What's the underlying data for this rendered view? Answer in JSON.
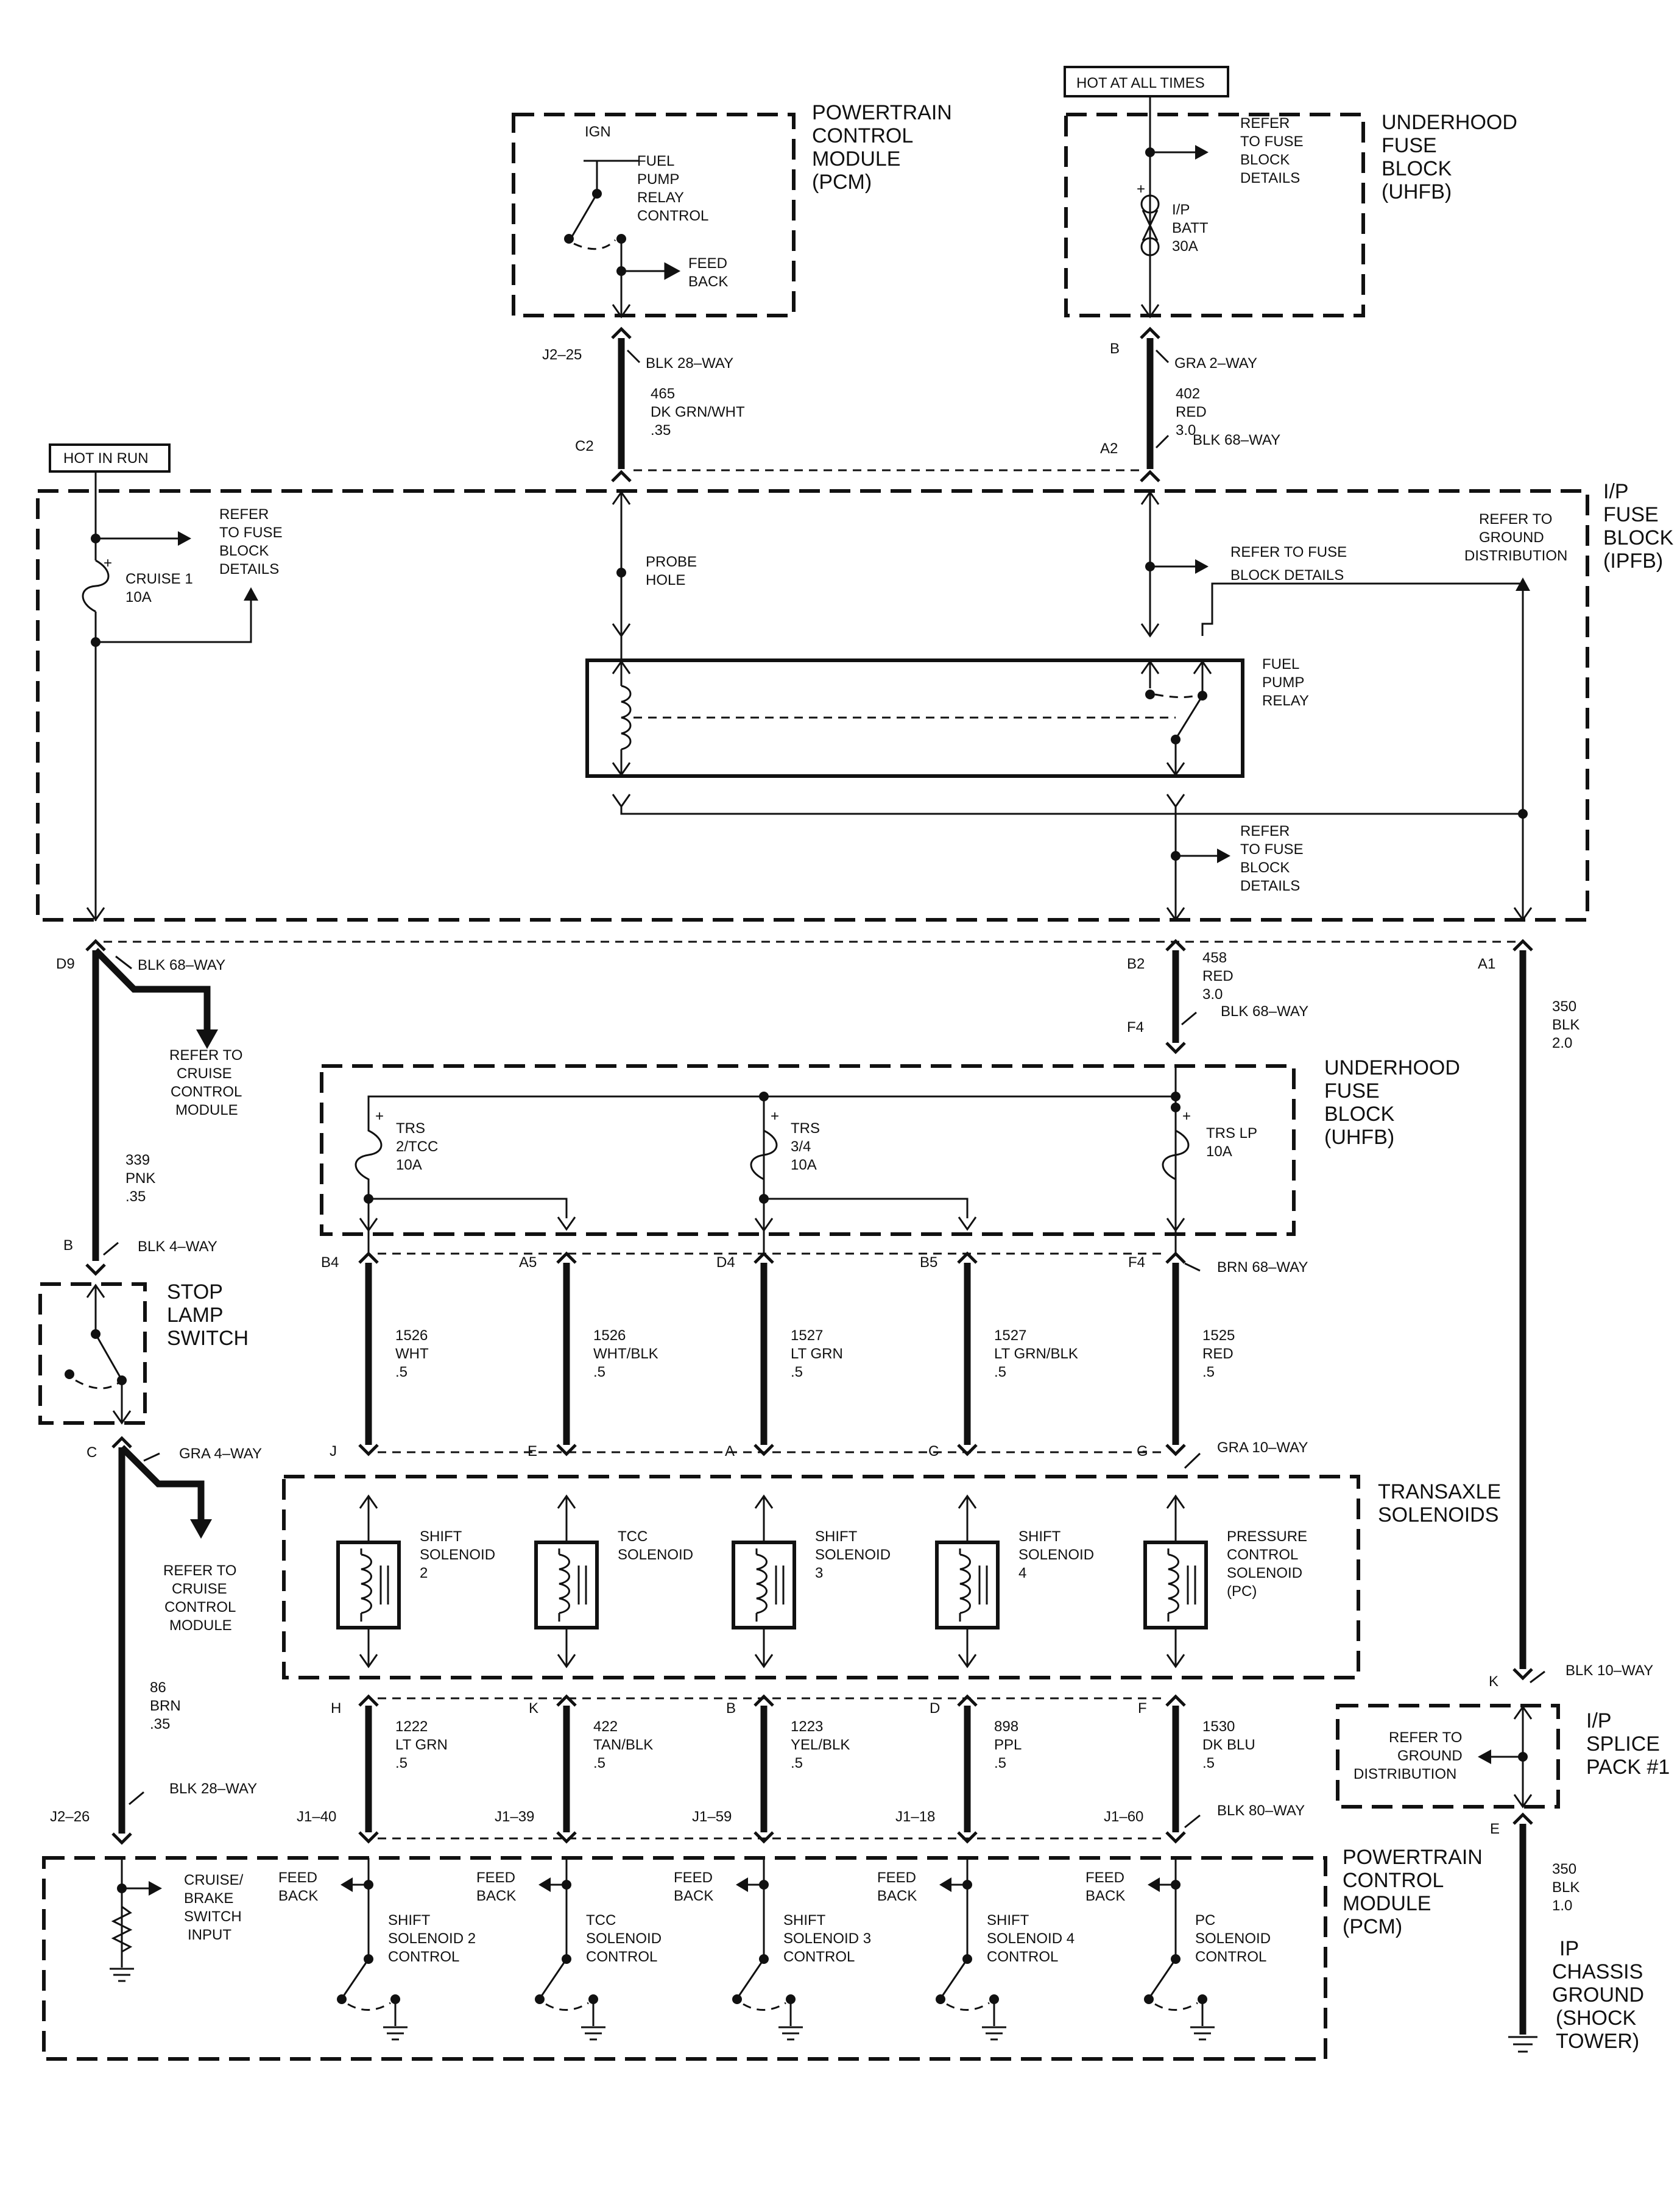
{
  "tags": {
    "hot_at_all_times": "HOT AT ALL TIMES",
    "hot_in_run": "HOT IN RUN"
  },
  "modules": {
    "pcm_top": [
      "POWERTRAIN",
      "CONTROL",
      "MODULE",
      "(PCM)"
    ],
    "uhfb_top": [
      "UNDERHOOD",
      "FUSE",
      "BLOCK",
      "(UHFB)"
    ],
    "ipfb": [
      "I/P",
      "FUSE",
      "BLOCK",
      "(IPFB)"
    ],
    "uhfb_mid": [
      "UNDERHOOD",
      "FUSE",
      "BLOCK",
      "(UHFB)"
    ],
    "stop_lamp": [
      "STOP",
      "LAMP",
      "SWITCH"
    ],
    "transaxle": [
      "TRANSAXLE",
      "SOLENOIDS"
    ],
    "splice_pack": [
      "I/P",
      "SPLICE",
      "PACK #1"
    ],
    "pcm_bottom": [
      "POWERTRAIN",
      "CONTROL",
      "MODULE",
      "(PCM)"
    ],
    "chassis_ground": [
      "IP",
      "CHASSIS",
      "GROUND",
      "(SHOCK",
      "TOWER)"
    ]
  },
  "pcm_top_inner": {
    "ign": "IGN",
    "relay_control": [
      "FUEL",
      "PUMP",
      "RELAY",
      "CONTROL"
    ],
    "feed_back": [
      "FEED",
      "BACK"
    ]
  },
  "uhfb_top_inner": {
    "refer": [
      "REFER",
      "TO FUSE",
      "BLOCK",
      "DETAILS"
    ],
    "fuse": [
      "I/P",
      "BATT",
      "30A"
    ]
  },
  "connectors_top": {
    "pcm_pin": "J2–25",
    "pcm_conn": "BLK 28–WAY",
    "pcm_wire": [
      "465",
      "DK GRN/WHT",
      ".35"
    ],
    "ipfb_c2": "C2",
    "uhfb_pin": "B",
    "uhfb_conn": "GRA 2–WAY",
    "uhfb_wire": [
      "402",
      "RED",
      "3.0"
    ],
    "ipfb_a2": "A2",
    "ipfb_conn": "BLK 68–WAY"
  },
  "ipfb_inner": {
    "refer_left": [
      "REFER",
      "TO FUSE",
      "BLOCK",
      "DETAILS"
    ],
    "cruise_fuse": [
      "CRUISE 1",
      "10A"
    ],
    "probe_hole": [
      "PROBE",
      "HOLE"
    ],
    "refer_mid": [
      "REFER TO FUSE",
      "BLOCK DETAILS"
    ],
    "refer_ground": [
      "REFER TO",
      "GROUND",
      "DISTRIBUTION"
    ],
    "relay": [
      "FUEL",
      "PUMP",
      "RELAY"
    ],
    "refer_low": [
      "REFER",
      "TO FUSE",
      "BLOCK",
      "DETAILS"
    ]
  },
  "ipfb_bottom": {
    "d9": "D9",
    "d9_conn": "BLK 68–WAY",
    "refer_cruise": [
      "REFER TO",
      "CRUISE",
      "CONTROL",
      "MODULE"
    ],
    "wire_339": [
      "339",
      "PNK",
      ".35"
    ],
    "b2": "B2",
    "wire_458": [
      "458",
      "RED",
      "3.0"
    ],
    "f4": "F4",
    "f4_conn": "BLK 68–WAY",
    "a1": "A1",
    "wire_350": [
      "350",
      "BLK",
      "2.0"
    ]
  },
  "uhfb_mid_inner": {
    "fuse1": [
      "TRS",
      "2/TCC",
      "10A"
    ],
    "fuse2": [
      "TRS",
      "3/4",
      "10A"
    ],
    "fuse3": [
      "TRS LP",
      "10A"
    ]
  },
  "stop_lamp_pins": {
    "b": "B",
    "b_conn": "BLK 4–WAY",
    "c": "C",
    "c_conn": "GRA 4–WAY"
  },
  "refer_cruise_2": [
    "REFER TO",
    "CRUISE",
    "CONTROL",
    "MODULE"
  ],
  "wire_86": [
    "86",
    "BRN",
    ".35"
  ],
  "j2_26": "J2–26",
  "j2_26_conn": "BLK 28–WAY",
  "mid_columns": [
    {
      "top_pin": "B4",
      "wire": [
        "1526",
        "WHT",
        ".5"
      ],
      "bottom_pin": "J",
      "sol": [
        "SHIFT",
        "SOLENOID",
        "2"
      ],
      "lpin": "H",
      "lwire": [
        "1222",
        "LT GRN",
        ".5"
      ],
      "pcm_pin": "J1–40",
      "ctrl": [
        "SHIFT",
        "SOLENOID 2",
        "CONTROL"
      ]
    },
    {
      "top_pin": "A5",
      "wire": [
        "1526",
        "WHT/BLK",
        ".5"
      ],
      "bottom_pin": "E",
      "sol": [
        "TCC",
        "SOLENOID"
      ],
      "lpin": "K",
      "lwire": [
        "422",
        "TAN/BLK",
        ".5"
      ],
      "pcm_pin": "J1–39",
      "ctrl": [
        "TCC",
        "SOLENOID",
        "CONTROL"
      ]
    },
    {
      "top_pin": "D4",
      "wire": [
        "1527",
        "LT GRN",
        ".5"
      ],
      "bottom_pin": "A",
      "sol": [
        "SHIFT",
        "SOLENOID",
        "3"
      ],
      "lpin": "B",
      "lwire": [
        "1223",
        "YEL/BLK",
        ".5"
      ],
      "pcm_pin": "J1–59",
      "ctrl": [
        "SHIFT",
        "SOLENOID 3",
        "CONTROL"
      ]
    },
    {
      "top_pin": "B5",
      "wire": [
        "1527",
        "LT GRN/BLK",
        ".5"
      ],
      "bottom_pin": "C",
      "sol": [
        "SHIFT",
        "SOLENOID",
        "4"
      ],
      "lpin": "D",
      "lwire": [
        "898",
        "PPL",
        ".5"
      ],
      "pcm_pin": "J1–18",
      "ctrl": [
        "SHIFT",
        "SOLENOID 4",
        "CONTROL"
      ]
    },
    {
      "top_pin": "F4",
      "wire": [
        "1525",
        "RED",
        ".5"
      ],
      "bottom_pin": "G",
      "sol": [
        "PRESSURE",
        "CONTROL",
        "SOLENOID",
        "(PC)"
      ],
      "lpin": "F",
      "lwire": [
        "1530",
        "DK BLU",
        ".5"
      ],
      "pcm_pin": "J1–60",
      "ctrl": [
        "PC",
        "SOLENOID",
        "CONTROL"
      ]
    }
  ],
  "uhfb_mid_conn": "BRN 68–WAY",
  "sol_conn": "GRA 10–WAY",
  "pcm_conn": "BLK 80–WAY",
  "feed_back": [
    "FEED",
    "BACK"
  ],
  "cruise_brake": [
    "CRUISE/",
    "BRAKE",
    "SWITCH",
    "INPUT"
  ],
  "splice": {
    "k": "K",
    "k_conn": "BLK 10–WAY",
    "refer": [
      "REFER TO",
      "GROUND",
      "DISTRIBUTION"
    ],
    "e": "E",
    "wire_350": [
      "350",
      "BLK",
      "1.0"
    ]
  }
}
